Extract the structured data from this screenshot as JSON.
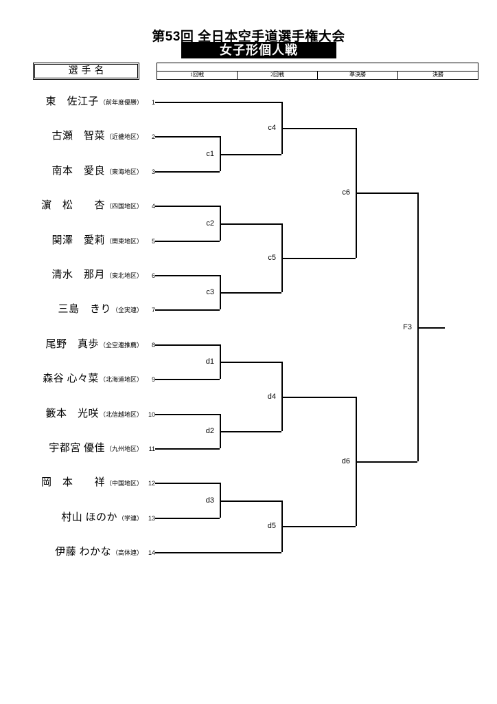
{
  "title": {
    "main": "第53回 全日本空手道選手権大会",
    "banner": "女子形個人戦"
  },
  "headers": {
    "names_label": "選手名",
    "rounds": [
      "1回戦",
      "2回戦",
      "準決勝",
      "決勝"
    ]
  },
  "players": [
    {
      "seed": "1",
      "name": "東　佐江子",
      "affiliation": "（前年度優勝）"
    },
    {
      "seed": "2",
      "name": "古瀬　智菜",
      "affiliation": "（近畿地区）"
    },
    {
      "seed": "3",
      "name": "南本　愛良",
      "affiliation": "（東海地区）"
    },
    {
      "seed": "4",
      "name": "濵　松　　杏",
      "affiliation": "（四国地区）"
    },
    {
      "seed": "5",
      "name": "関澤　愛莉",
      "affiliation": "（関東地区）"
    },
    {
      "seed": "6",
      "name": "清水　那月",
      "affiliation": "（東北地区）"
    },
    {
      "seed": "7",
      "name": "三島　きり",
      "affiliation": "（全実連）"
    },
    {
      "seed": "8",
      "name": "尾野　真歩",
      "affiliation": "（全空連推薦）"
    },
    {
      "seed": "9",
      "name": "森谷 心々菜",
      "affiliation": "（北海道地区）"
    },
    {
      "seed": "10",
      "name": "籔本　光咲",
      "affiliation": "（北信越地区）"
    },
    {
      "seed": "11",
      "name": "宇都宮 優佳",
      "affiliation": "（九州地区）"
    },
    {
      "seed": "12",
      "name": "岡　本　　祥",
      "affiliation": "（中国地区）"
    },
    {
      "seed": "13",
      "name": "村山 ほのか",
      "affiliation": "（学連）"
    },
    {
      "seed": "14",
      "name": "伊藤 わかな",
      "affiliation": "（高体連）"
    }
  ],
  "matches": [
    {
      "id": "c1",
      "label": "c1"
    },
    {
      "id": "c2",
      "label": "c2"
    },
    {
      "id": "c3",
      "label": "c3"
    },
    {
      "id": "c4",
      "label": "c4"
    },
    {
      "id": "c5",
      "label": "c5"
    },
    {
      "id": "c6",
      "label": "c6"
    },
    {
      "id": "d1",
      "label": "d1"
    },
    {
      "id": "d2",
      "label": "d2"
    },
    {
      "id": "d3",
      "label": "d3"
    },
    {
      "id": "d4",
      "label": "d4"
    },
    {
      "id": "d5",
      "label": "d5"
    },
    {
      "id": "d6",
      "label": "d6"
    },
    {
      "id": "f3",
      "label": "F3"
    }
  ]
}
